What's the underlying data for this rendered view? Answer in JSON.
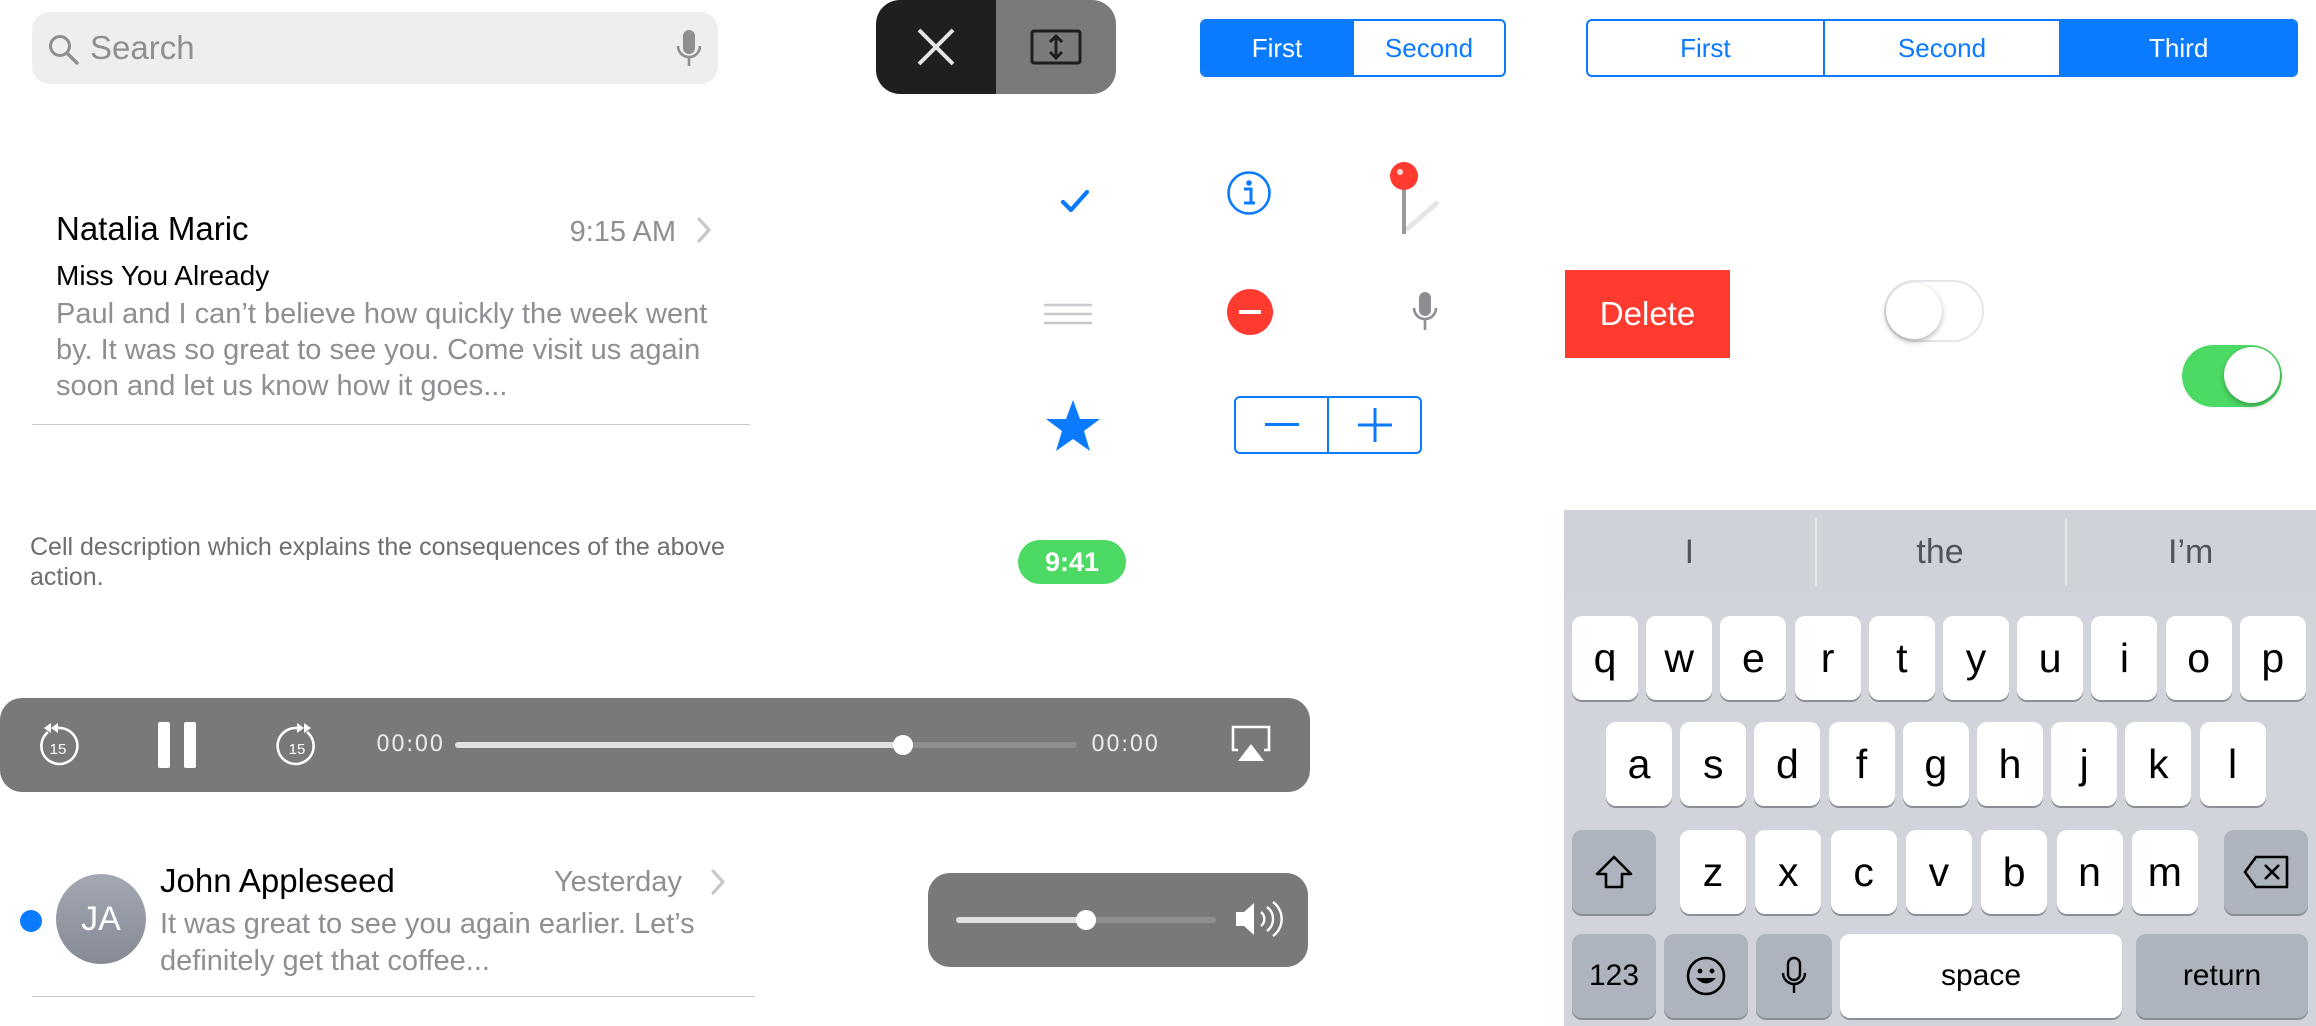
{
  "search": {
    "placeholder": "Search",
    "icons": [
      "search-icon",
      "mic-icon"
    ]
  },
  "pill_buttons": {
    "icons": [
      "close-icon",
      "resize-icon"
    ]
  },
  "segmented_two": {
    "items": [
      "First",
      "Second"
    ],
    "selected": "First"
  },
  "segmented_three": {
    "items": [
      "First",
      "Second",
      "Third"
    ],
    "selected": "Third"
  },
  "mail_cell": {
    "sender": "Natalia Maric",
    "time": "9:15 AM",
    "subject": "Miss You Already",
    "preview": "Paul and I can’t believe how quickly the week went by. It was so great to see you. Come visit us again soon and let us know how it goes..."
  },
  "cell_description": "Cell description which explains the consequences of the above action.",
  "icons": [
    "checkmark-icon",
    "info-icon",
    "map-pin-icon",
    "reorder-icon",
    "delete-circle-icon",
    "mic-icon",
    "star-icon"
  ],
  "time_pill": "9:41",
  "stepper": {
    "icons": [
      "minus-icon",
      "plus-icon"
    ]
  },
  "delete_button": "Delete",
  "switches": [
    {
      "state": "off"
    },
    {
      "state": "on",
      "color": "#4cd964"
    }
  ],
  "player": {
    "elapsed": "00:00",
    "remaining": "00:00",
    "progress": 0.72,
    "icons": [
      "skip-back-15-icon",
      "pause-icon",
      "skip-forward-15-icon",
      "airplay-icon"
    ]
  },
  "contact_cell": {
    "initials": "JA",
    "name": "John Appleseed",
    "time": "Yesterday",
    "preview": "It was great to see you again earlier. Let’s definitely get that coffee..."
  },
  "volume": {
    "level": 0.5,
    "icon": "speaker-icon"
  },
  "keyboard": {
    "suggestions": [
      "I",
      "the",
      "I’m"
    ],
    "row1": [
      "q",
      "w",
      "e",
      "r",
      "t",
      "y",
      "u",
      "i",
      "o",
      "p"
    ],
    "row2": [
      "a",
      "s",
      "d",
      "f",
      "g",
      "h",
      "j",
      "k",
      "l"
    ],
    "row3": [
      "z",
      "x",
      "c",
      "v",
      "b",
      "n",
      "m"
    ],
    "numbers_key": "123",
    "space_key": "space",
    "return_key": "return"
  },
  "colors": {
    "accent": "#0a7aff",
    "destructive": "#ff3b30",
    "success": "#4cd964"
  }
}
